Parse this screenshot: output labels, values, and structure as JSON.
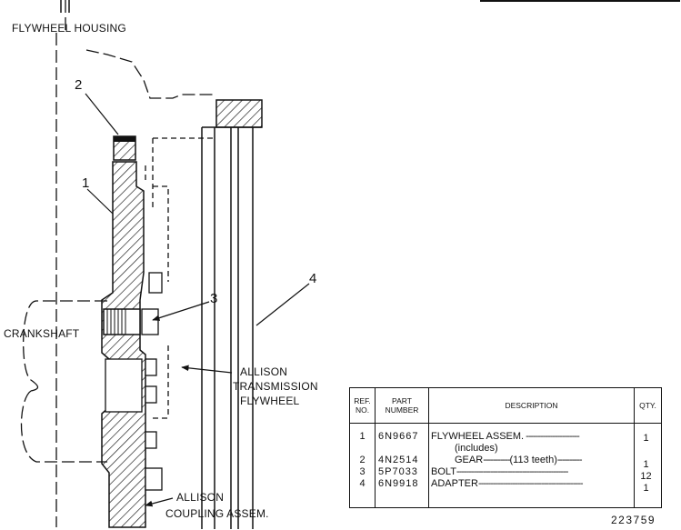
{
  "labels": {
    "flywheel_housing": "FLYWHEEL HOUSING",
    "crankshaft": "CRANKSHAFT",
    "allison_transmission_flywheel": [
      "ALLISON",
      "TRANSMISSION",
      "FLYWHEEL"
    ],
    "allison_coupling_assem": [
      "ALLISON",
      "COUPLING ASSEM."
    ]
  },
  "callouts": [
    "1",
    "2",
    "3",
    "4"
  ],
  "parts_table": {
    "headers": {
      "ref_no": [
        "REF.",
        "NO."
      ],
      "part_number": [
        "PART",
        "NUMBER"
      ],
      "description": "DESCRIPTION",
      "qty": "QTY."
    },
    "rows": [
      {
        "ref": "1",
        "part": "6N9667",
        "description": "FLYWHEEL ASSEM.",
        "description_sub": "(includes)",
        "qty": "1"
      },
      {
        "ref": "2",
        "part": "4N2514",
        "description": "GEAR",
        "description_note": "(113 teeth)",
        "qty": "1"
      },
      {
        "ref": "3",
        "part": "5P7033",
        "description": "BOLT",
        "qty": "12"
      },
      {
        "ref": "4",
        "part": "6N9918",
        "description": "ADAPTER",
        "qty": "1"
      }
    ]
  },
  "drawing_number": "223759"
}
